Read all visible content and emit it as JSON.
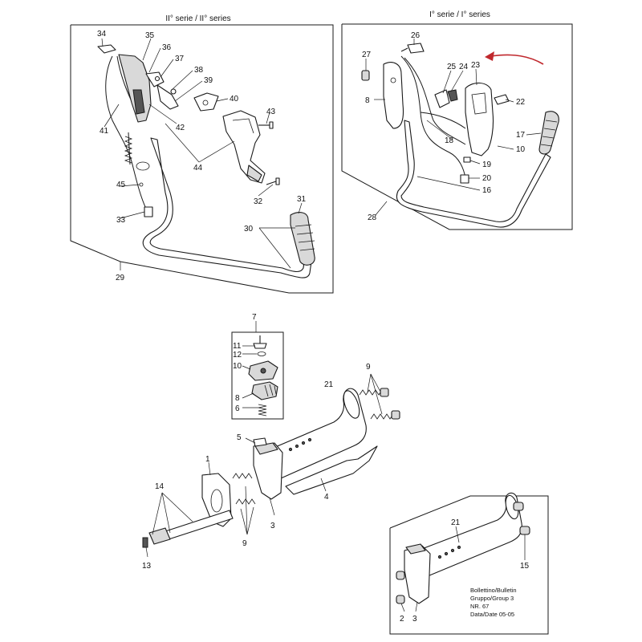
{
  "panels": {
    "series_ii": {
      "title": "II° serie / II° series"
    },
    "series_i": {
      "title": "I° serie / I° series"
    }
  },
  "arrow_color": "#c0282d",
  "callouts": {
    "ii": [
      "34",
      "35",
      "36",
      "37",
      "38",
      "39",
      "40",
      "41",
      "42",
      "43",
      "44",
      "45",
      "32",
      "33",
      "31",
      "30",
      "29"
    ],
    "i": [
      "26",
      "27",
      "25",
      "24",
      "23",
      "22",
      "8",
      "17",
      "18",
      "10",
      "19",
      "20",
      "16",
      "28"
    ],
    "mid": [
      "7",
      "11",
      "12",
      "10",
      "8",
      "6",
      "9",
      "21",
      "5",
      "1",
      "4",
      "14",
      "13",
      "3",
      "9"
    ],
    "detail": [
      "21",
      "15",
      "2",
      "3"
    ]
  },
  "bulletin": {
    "line1": "Bollettino/Bulletin",
    "line2": "Gruppo/Group 3",
    "line3": "NR. 67",
    "line4": "Data/Date 05-05"
  }
}
